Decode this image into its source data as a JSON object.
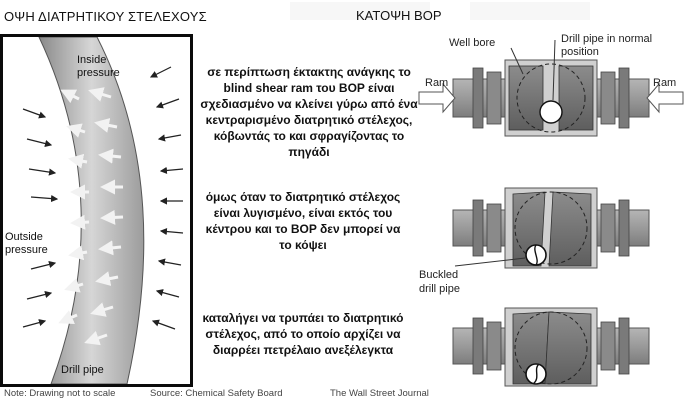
{
  "left_title": "ΟΨΗ ΔΙΑΤΡΗΤΙΚΟΥ ΣΤΕΛΕΧΟΥΣ",
  "right_title": "ΚΑΤΟΨΗ BOP",
  "pipe_diagram": {
    "inside_pressure": [
      "Inside",
      "pressure"
    ],
    "outside_pressure": [
      "Outside",
      "pressure"
    ],
    "drill_pipe": "Drill pipe"
  },
  "captions": [
    "σε περίπτωση έκτακτης ανάγκης το blind shear ram του BOP είναι σχεδιασμένο να κλείνει γύρω από ένα κεντραρισμένο διατρητικό στέλεχος, κόβωντάς το και σφραγίζοντας το πηγάδι",
    "όμως όταν το διατρητικό στέλεχος είναι λυγισμένο, είναι εκτός του κέντρου και το BOP δεν μπορεί να το κόψει",
    "καταλήγει να τρυπάει το διατρητικό στέλεχος, από το οποίο αρχίζει να διαρρέει πετρέλαιο ανεξέλεγκτα"
  ],
  "bop_labels": {
    "well_bore": "Well bore",
    "drill_pipe_normal": [
      "Drill pipe in normal",
      "position"
    ],
    "ram_left": "Ram",
    "ram_right": "Ram",
    "buckled": [
      "Buckled",
      "drill pipe"
    ]
  },
  "footer": {
    "note": "Note: Drawing not to scale",
    "source": "Source: Chemical Safety Board",
    "publisher": "The Wall Street Journal"
  }
}
